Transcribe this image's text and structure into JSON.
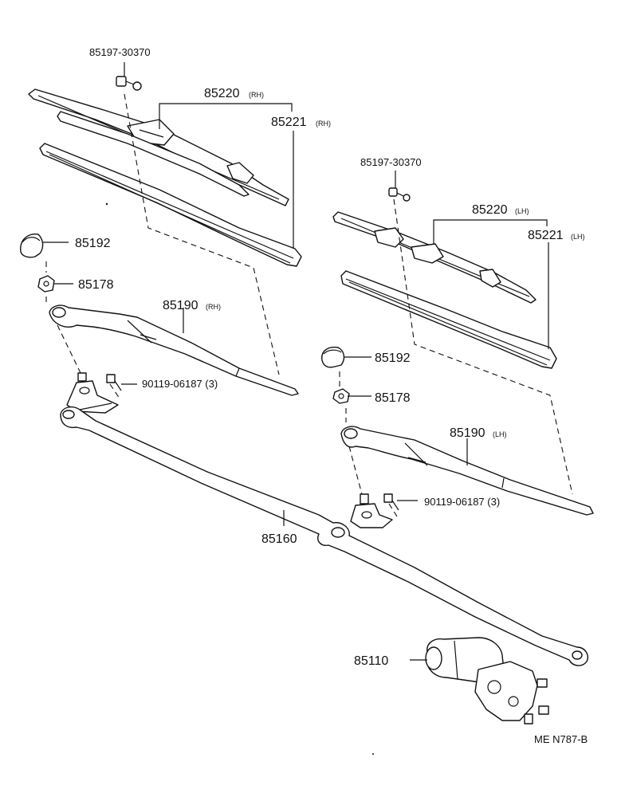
{
  "diagram": {
    "labels": {
      "bolt_rh": "85197-30370",
      "blade_rh": "85220",
      "blade_rh_side": "(RH)",
      "refill_rh": "85221",
      "refill_rh_side": "(RH)",
      "cap_rh": "85192",
      "nut_rh": "85178",
      "arm_rh": "85190",
      "arm_rh_side": "(RH)",
      "screw_rh": "90119-06187 (3)",
      "bolt_lh": "85197-30370",
      "blade_lh": "85220",
      "blade_lh_side": "(LH)",
      "refill_lh": "85221",
      "refill_lh_side": "(LH)",
      "cap_lh": "85192",
      "nut_lh": "85178",
      "arm_lh": "85190",
      "arm_lh_side": "(LH)",
      "screw_lh": "90119-06187 (3)",
      "link": "85160",
      "motor": "85110",
      "code": "ME N787-B"
    }
  }
}
